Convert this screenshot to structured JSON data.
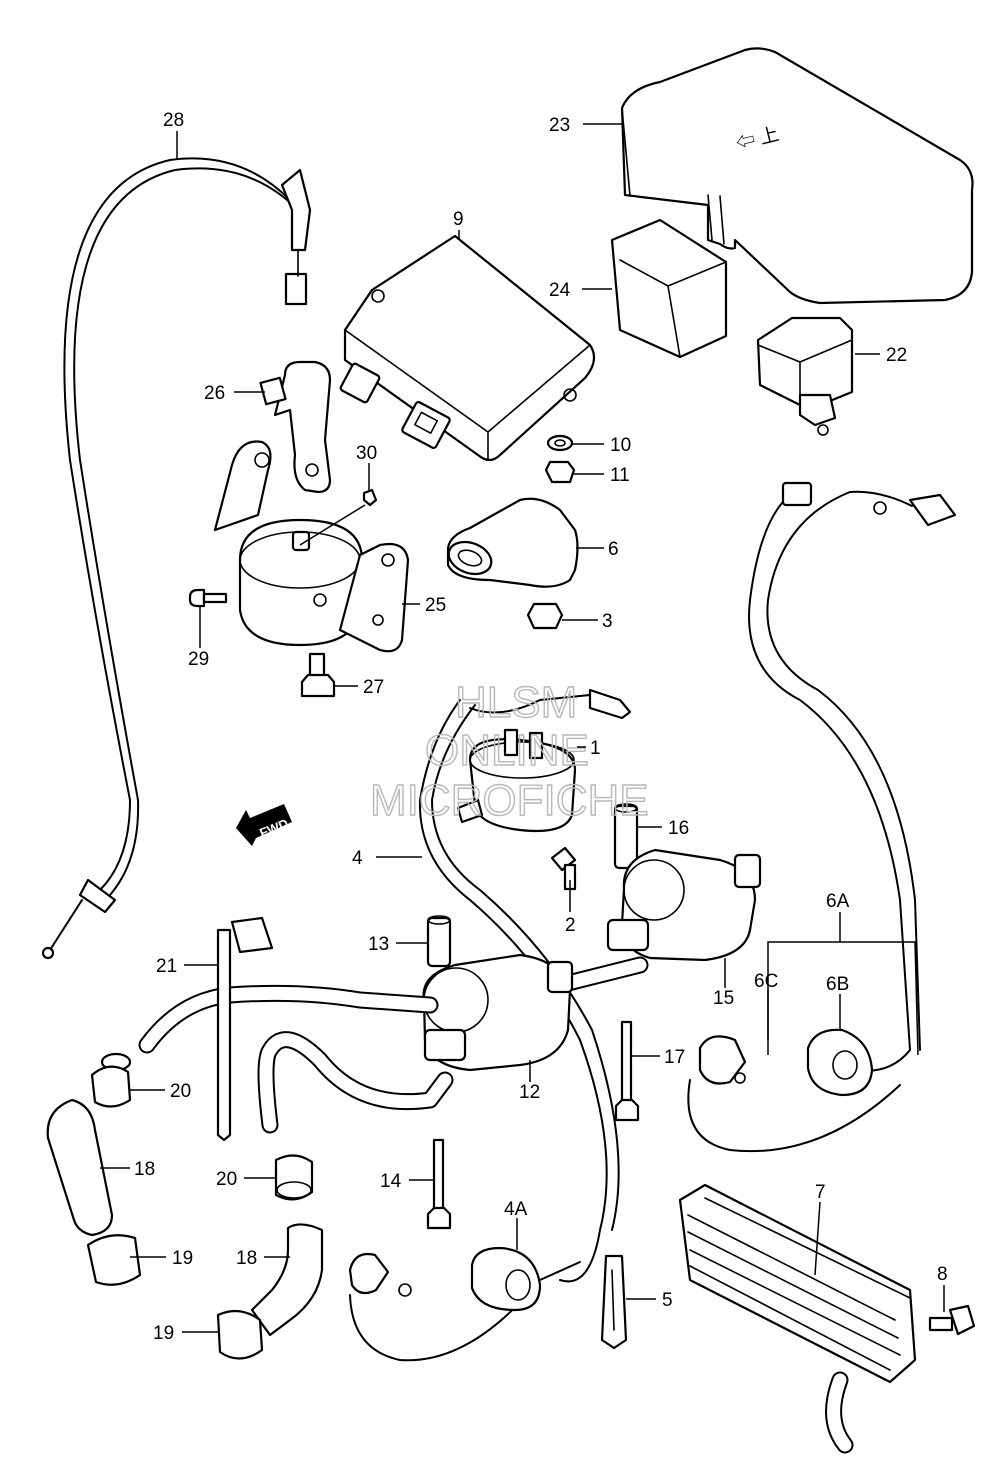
{
  "callouts": {
    "c1": "1",
    "c2": "2",
    "c3": "3",
    "c4": "4",
    "c4A": "4A",
    "c5": "5",
    "c6": "6",
    "c6A": "6A",
    "c6B": "6B",
    "c6C": "6C",
    "c7": "7",
    "c8": "8",
    "c9": "9",
    "c10": "10",
    "c11": "11",
    "c12": "12",
    "c13": "13",
    "c14": "14",
    "c15": "15",
    "c16": "16",
    "c17": "17",
    "c18a": "18",
    "c18b": "18",
    "c19a": "19",
    "c19b": "19",
    "c20a": "20",
    "c20b": "20",
    "c21": "21",
    "c22": "22",
    "c23": "23",
    "c24": "24",
    "c25": "25",
    "c26": "26",
    "c27": "27",
    "c28": "28",
    "c29": "29",
    "c30": "30"
  },
  "watermark": {
    "line1": "HLSM",
    "line2": "ONLINE",
    "line3": "MICROFICHE"
  },
  "fwd_badge": "FWD",
  "cover_marking": "⇦ 上"
}
